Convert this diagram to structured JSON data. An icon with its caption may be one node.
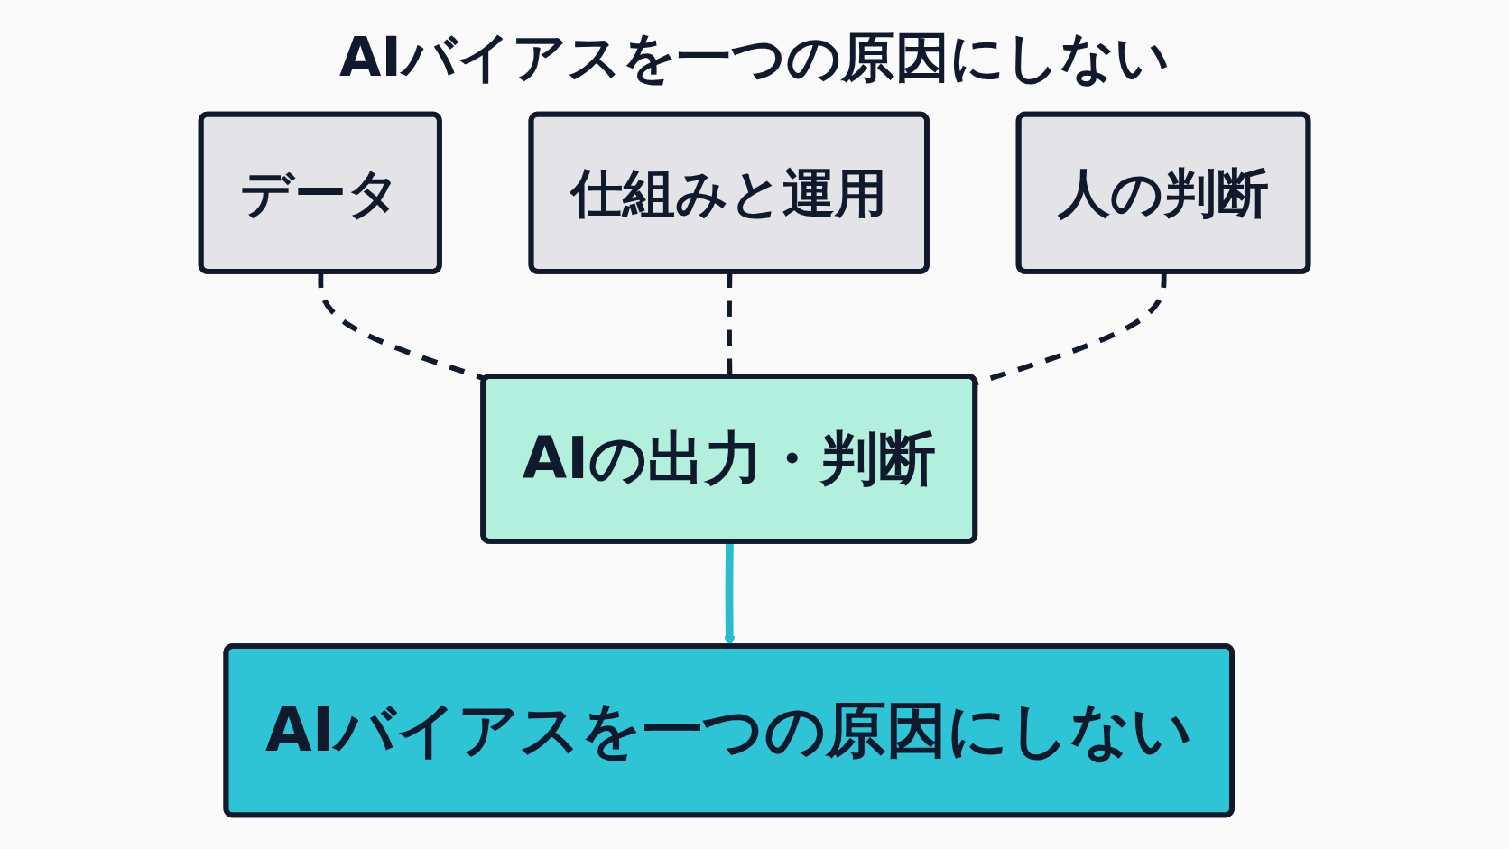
{
  "diagram": {
    "title": "AIバイアスを一つの原因にしない",
    "nodes": [
      {
        "text": [
          "データ"
        ]
      },
      {
        "text": [
          "仕組みと運用"
        ]
      },
      {
        "text": [
          "人の判断"
        ]
      },
      {
        "text": [
          "AIの出力・判断"
        ]
      },
      {
        "text": [
          "AIバイアスを一つの原因にしない"
        ]
      }
    ],
    "edges": [
      {
        "from": 0,
        "to": 3,
        "arrow": "none",
        "style": "dashed"
      },
      {
        "from": 1,
        "to": 3,
        "arrow": "none",
        "style": "dashed"
      },
      {
        "from": 2,
        "to": 3,
        "arrow": "none",
        "style": "dashed"
      },
      {
        "from": 3,
        "to": 4,
        "arrow": "to",
        "color": "#2bbbd0"
      }
    ]
  }
}
